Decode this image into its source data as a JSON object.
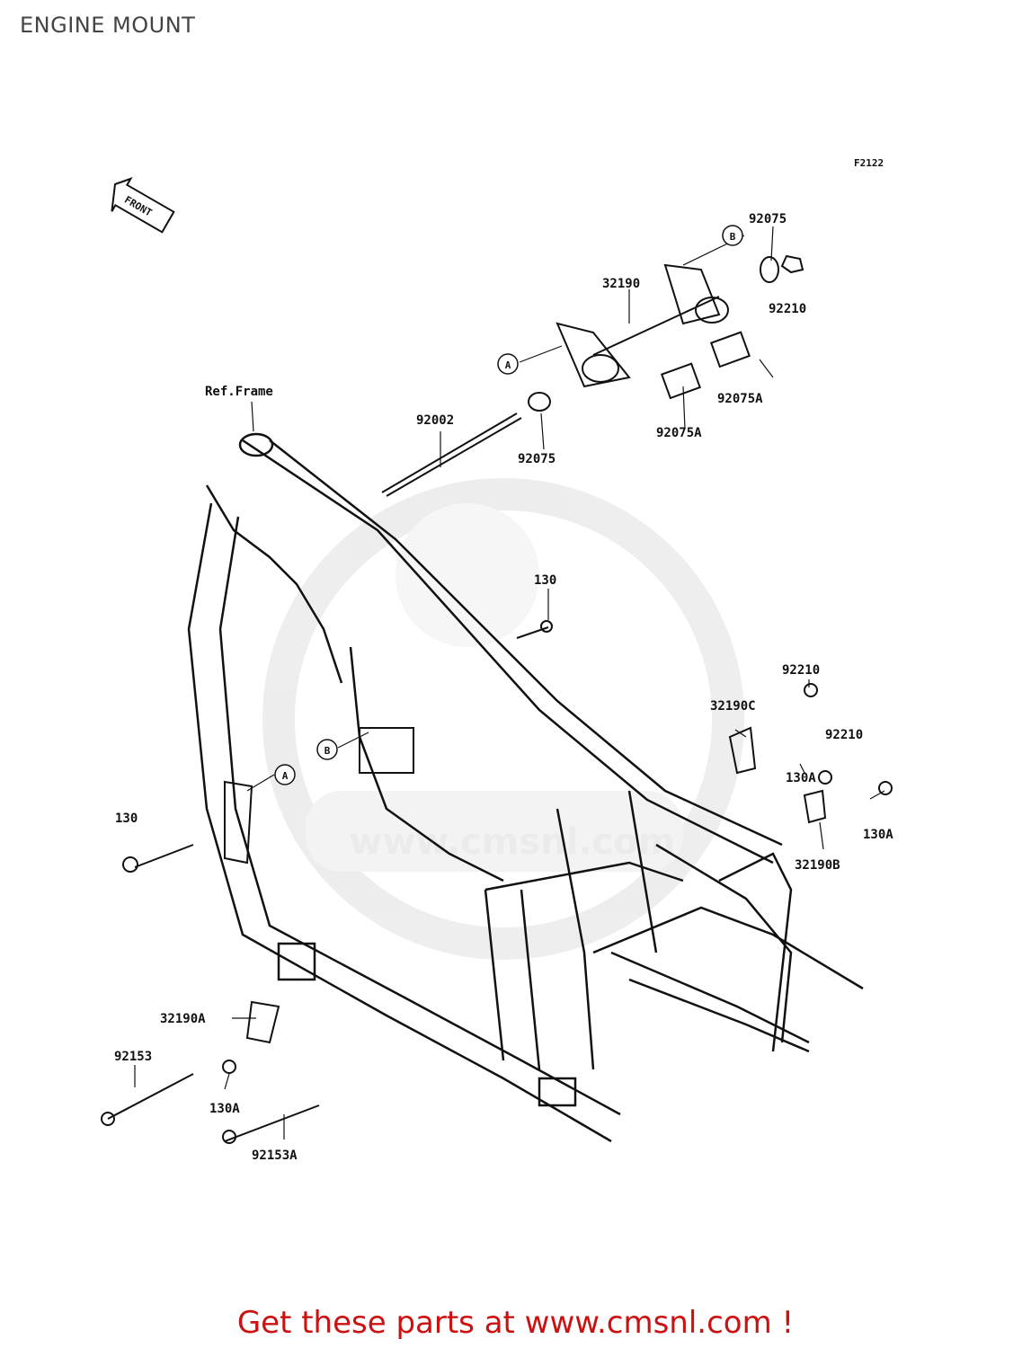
{
  "title": "ENGINE MOUNT",
  "diagram_code": "F2122",
  "front_label": "FRONT",
  "ref_frame": "Ref.Frame",
  "callouts": {
    "p92075_top": "92075",
    "pB_top": "B",
    "p92210_top": "92210",
    "p32190": "32190",
    "pA_top": "A",
    "p92075A_right": "92075A",
    "p92075A_left": "92075A",
    "p92002": "92002",
    "p92075_mid": "92075",
    "p130_mid": "130",
    "p92210_right1": "92210",
    "p32190C": "32190C",
    "p92210_right2": "92210",
    "p130A_right1": "130A",
    "p130A_right2": "130A",
    "p32190B": "32190B",
    "pB_mid": "B",
    "pA_mid": "A",
    "p130_left": "130",
    "p32190A": "32190A",
    "p92153": "92153",
    "p130A_bottom": "130A",
    "p92153A": "92153A"
  },
  "watermark": "www.cmsnl.com",
  "footer": "Get these parts at www.cmsnl.com !",
  "colors": {
    "line": "#111111",
    "footer": "#cc1111",
    "watermark": "#e6e6e6"
  }
}
